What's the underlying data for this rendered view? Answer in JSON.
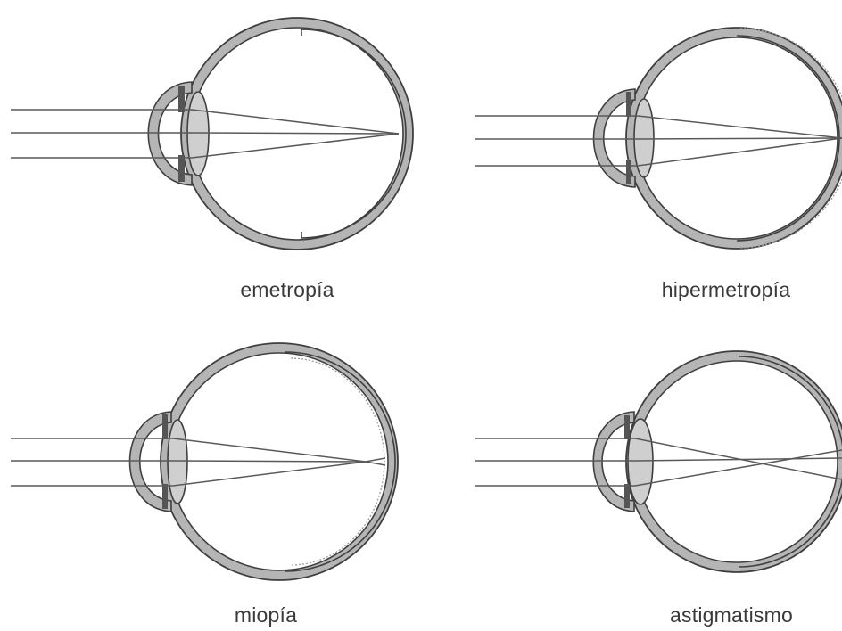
{
  "panels": [
    {
      "id": "emetropia",
      "caption": "emetropía"
    },
    {
      "id": "hipermetropia",
      "caption": "hipermetropía"
    },
    {
      "id": "miopia",
      "caption": "miopía"
    },
    {
      "id": "astigmatismo",
      "caption": "astigmatismo"
    }
  ],
  "colors": {
    "outline": "#3f3f3f",
    "sclera": "#b5b5b5",
    "lens": "#cfcfcf",
    "iris": "#555555",
    "background": "#ffffff"
  }
}
